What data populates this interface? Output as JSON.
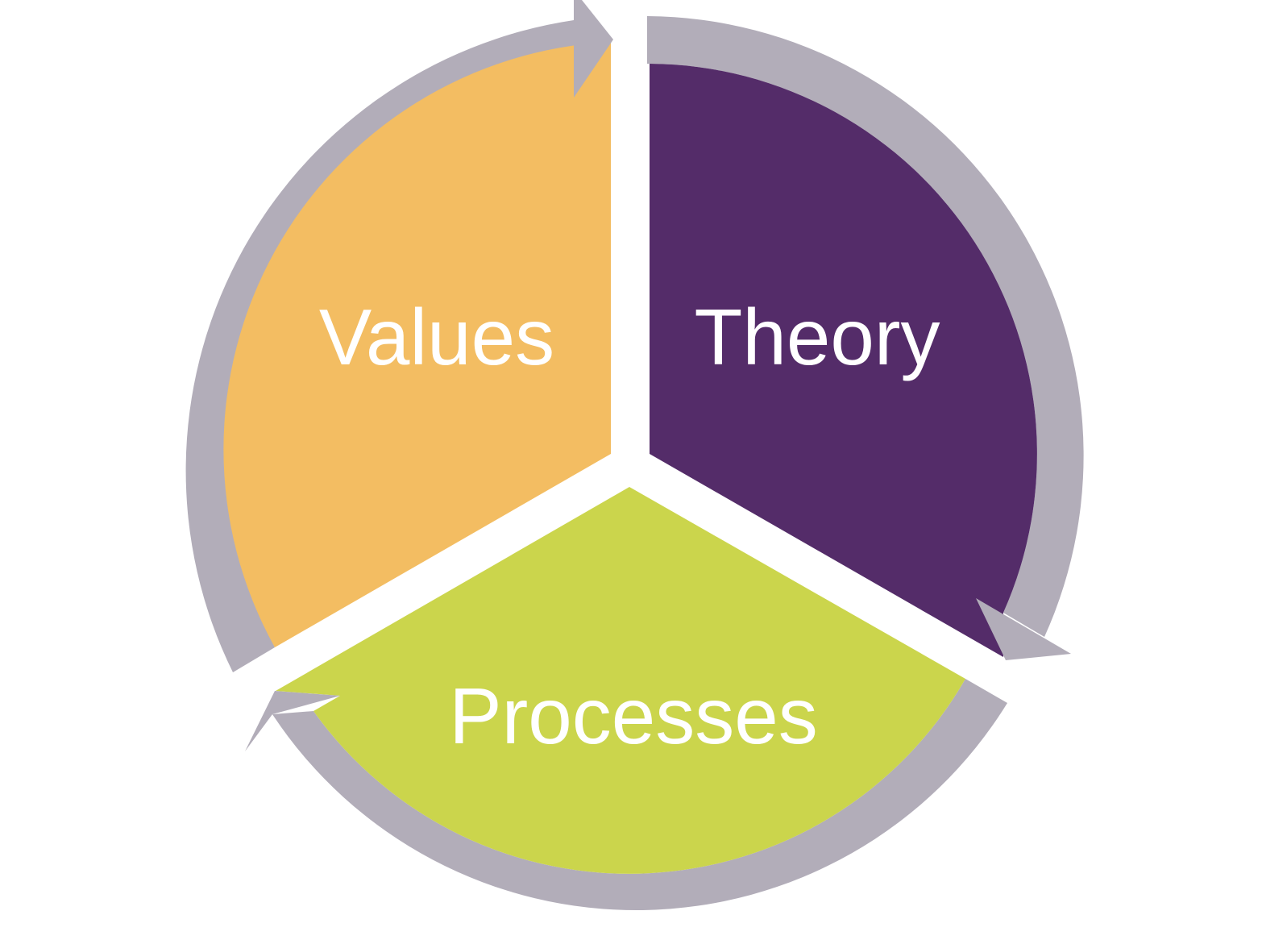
{
  "diagram": {
    "type": "cycle",
    "segments": [
      {
        "id": "values",
        "label": "Values",
        "color": "#F3BD62"
      },
      {
        "id": "theory",
        "label": "Theory",
        "color": "#542C69"
      },
      {
        "id": "processes",
        "label": "Processes",
        "color": "#CBD54C"
      }
    ],
    "ring_color": "#B2ADB9",
    "background": "#FFFFFF"
  }
}
